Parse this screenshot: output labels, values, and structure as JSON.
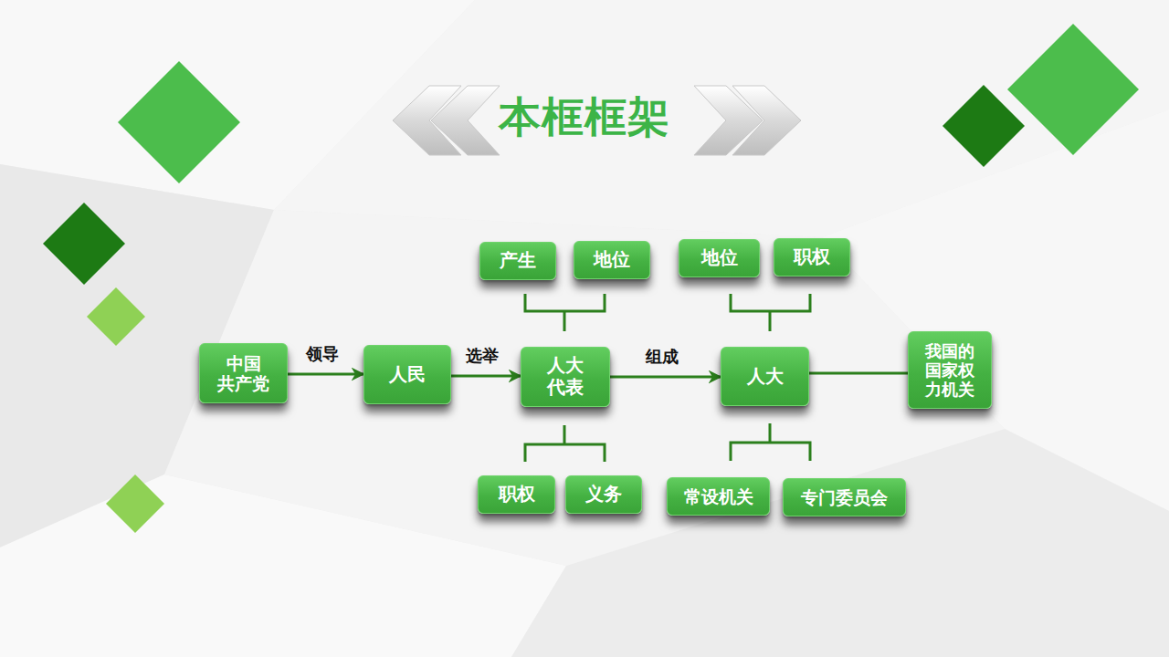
{
  "diagram": {
    "title": "本框框架",
    "nodes": [
      {
        "text": [
          "产生"
        ]
      },
      {
        "text": [
          "地位"
        ]
      },
      {
        "text": [
          "地位"
        ]
      },
      {
        "text": [
          "职权"
        ]
      },
      {
        "text": [
          "中国 共产党"
        ]
      },
      {
        "text": [
          "人民"
        ]
      },
      {
        "text": [
          "人大 代表"
        ]
      },
      {
        "text": [
          "人大"
        ]
      },
      {
        "text": [
          "我国的 国家权 力机关"
        ]
      },
      {
        "text": [
          "职权"
        ]
      },
      {
        "text": [
          "义务"
        ]
      },
      {
        "text": [
          "常设机关"
        ]
      },
      {
        "text": [
          "专门委员会"
        ]
      }
    ],
    "edges": [
      {
        "from": 4,
        "to": 5,
        "arrow": "to",
        "label": "领导"
      },
      {
        "from": 5,
        "to": 6,
        "arrow": "to",
        "label": "选举"
      },
      {
        "from": 6,
        "to": 7,
        "arrow": "to",
        "label": "组成"
      },
      {
        "from": 7,
        "to": 8,
        "arrow": "none"
      }
    ]
  }
}
